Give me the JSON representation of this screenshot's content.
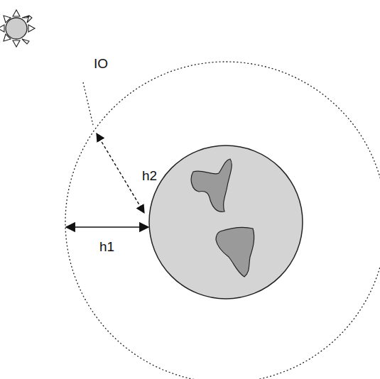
{
  "diagram": {
    "labels": [
      "IO",
      "h2",
      "h1"
    ]
  }
}
